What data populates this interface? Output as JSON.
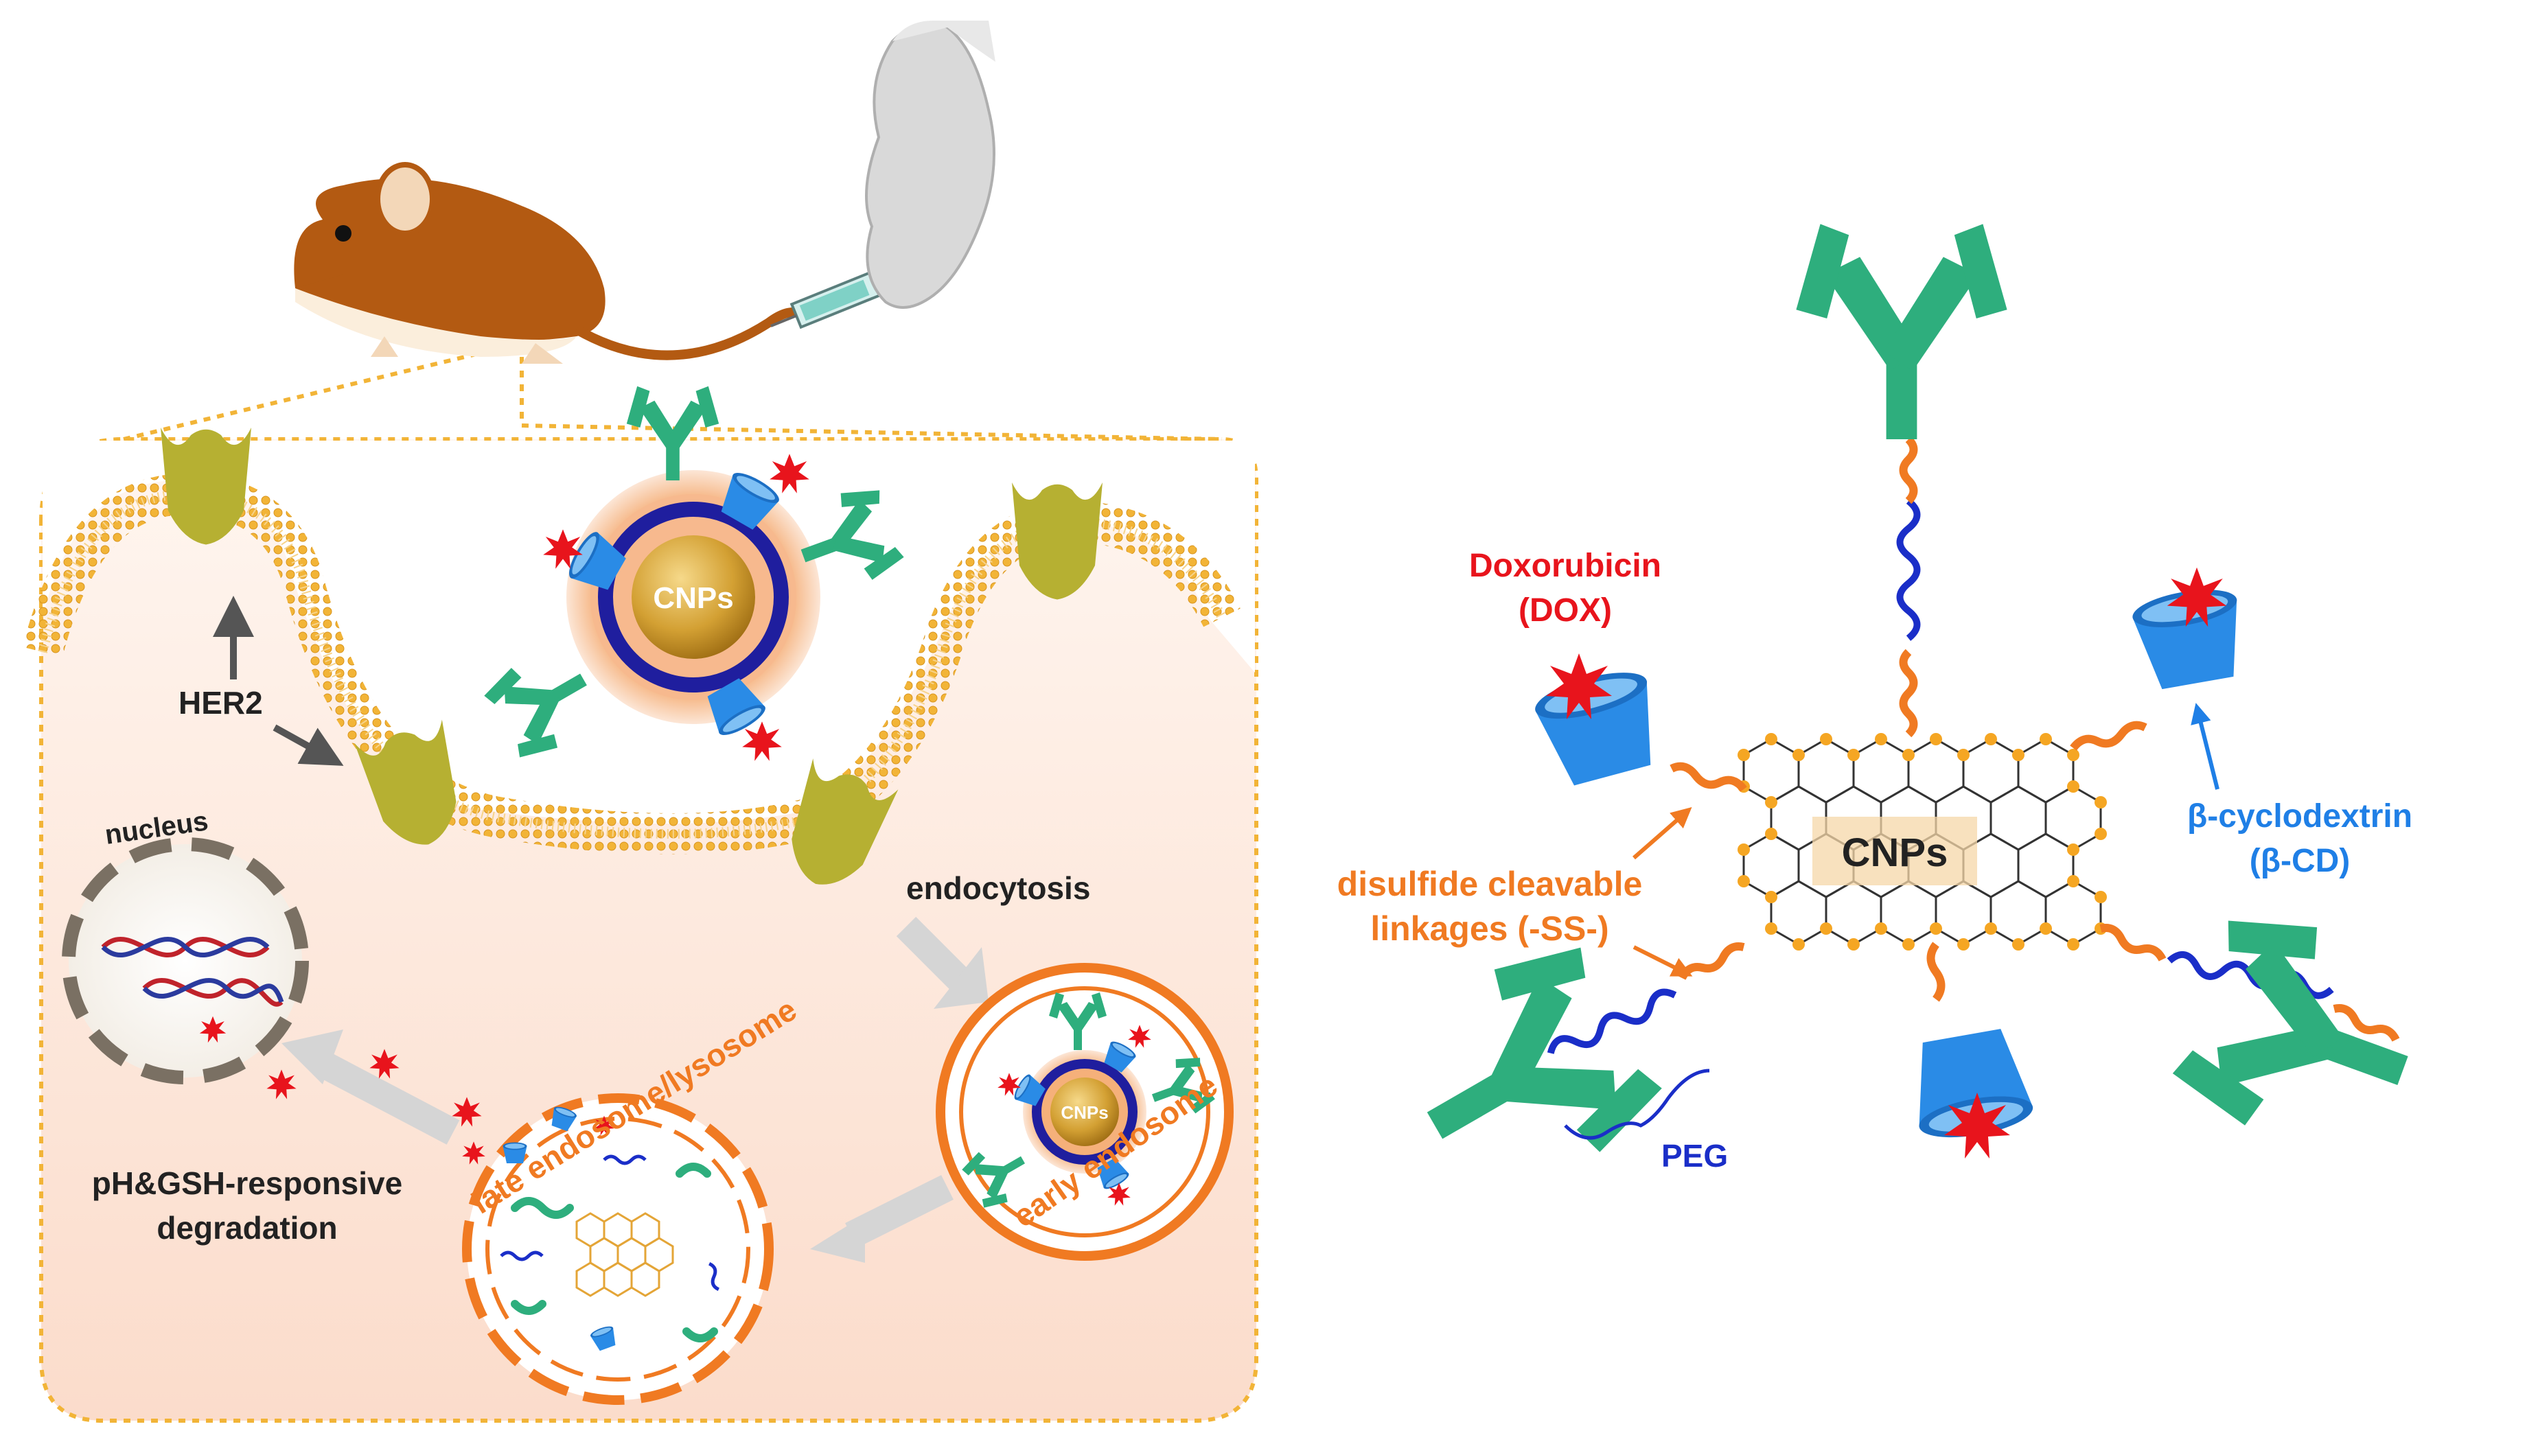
{
  "left_panel": {
    "labels": {
      "her2": "HER2",
      "nucleus": "nucleus",
      "endocytosis": "endocytosis",
      "early_endosome": "early endosome",
      "late_endosome": "late endosome/lysosome",
      "degradation_line1": "pH&GSH-responsive",
      "degradation_line2": "degradation",
      "cnps_large": "CNPs",
      "cnps_small": "CNPs"
    }
  },
  "right_panel": {
    "labels": {
      "dox_line1": "Doxorubicin",
      "dox_line2": "(DOX)",
      "bcd_line1": "β-cyclodextrin",
      "bcd_line2": "(β-CD)",
      "linker_line1": "disulfide cleavable",
      "linker_line2": "linkages (-SS-)",
      "peg": "PEG",
      "cnps_core": "CNPs"
    }
  },
  "colors": {
    "antibody": "#2EAE7D",
    "cyclodextrin": "#2A8BE6",
    "doxorubicin": "#E8141C",
    "peg": "#1A2EC8",
    "linker": "#F07A22",
    "receptor": "#B6B032",
    "membrane": "#F2B437",
    "cell_bg": "#FBE3D6",
    "label_dox": "#E8141C",
    "label_bcd": "#1F7FE6",
    "label_linker": "#F07A22",
    "label_peg": "#1A2EC8",
    "text_dark": "#222222"
  },
  "icons": [
    "mouse-icon",
    "gloved-hand-icon",
    "syringe-icon",
    "antibody-icon",
    "cyclodextrin-icon",
    "doxorubicin-star-icon",
    "her2-receptor-icon",
    "dna-icon",
    "graphene-sheet-icon"
  ]
}
